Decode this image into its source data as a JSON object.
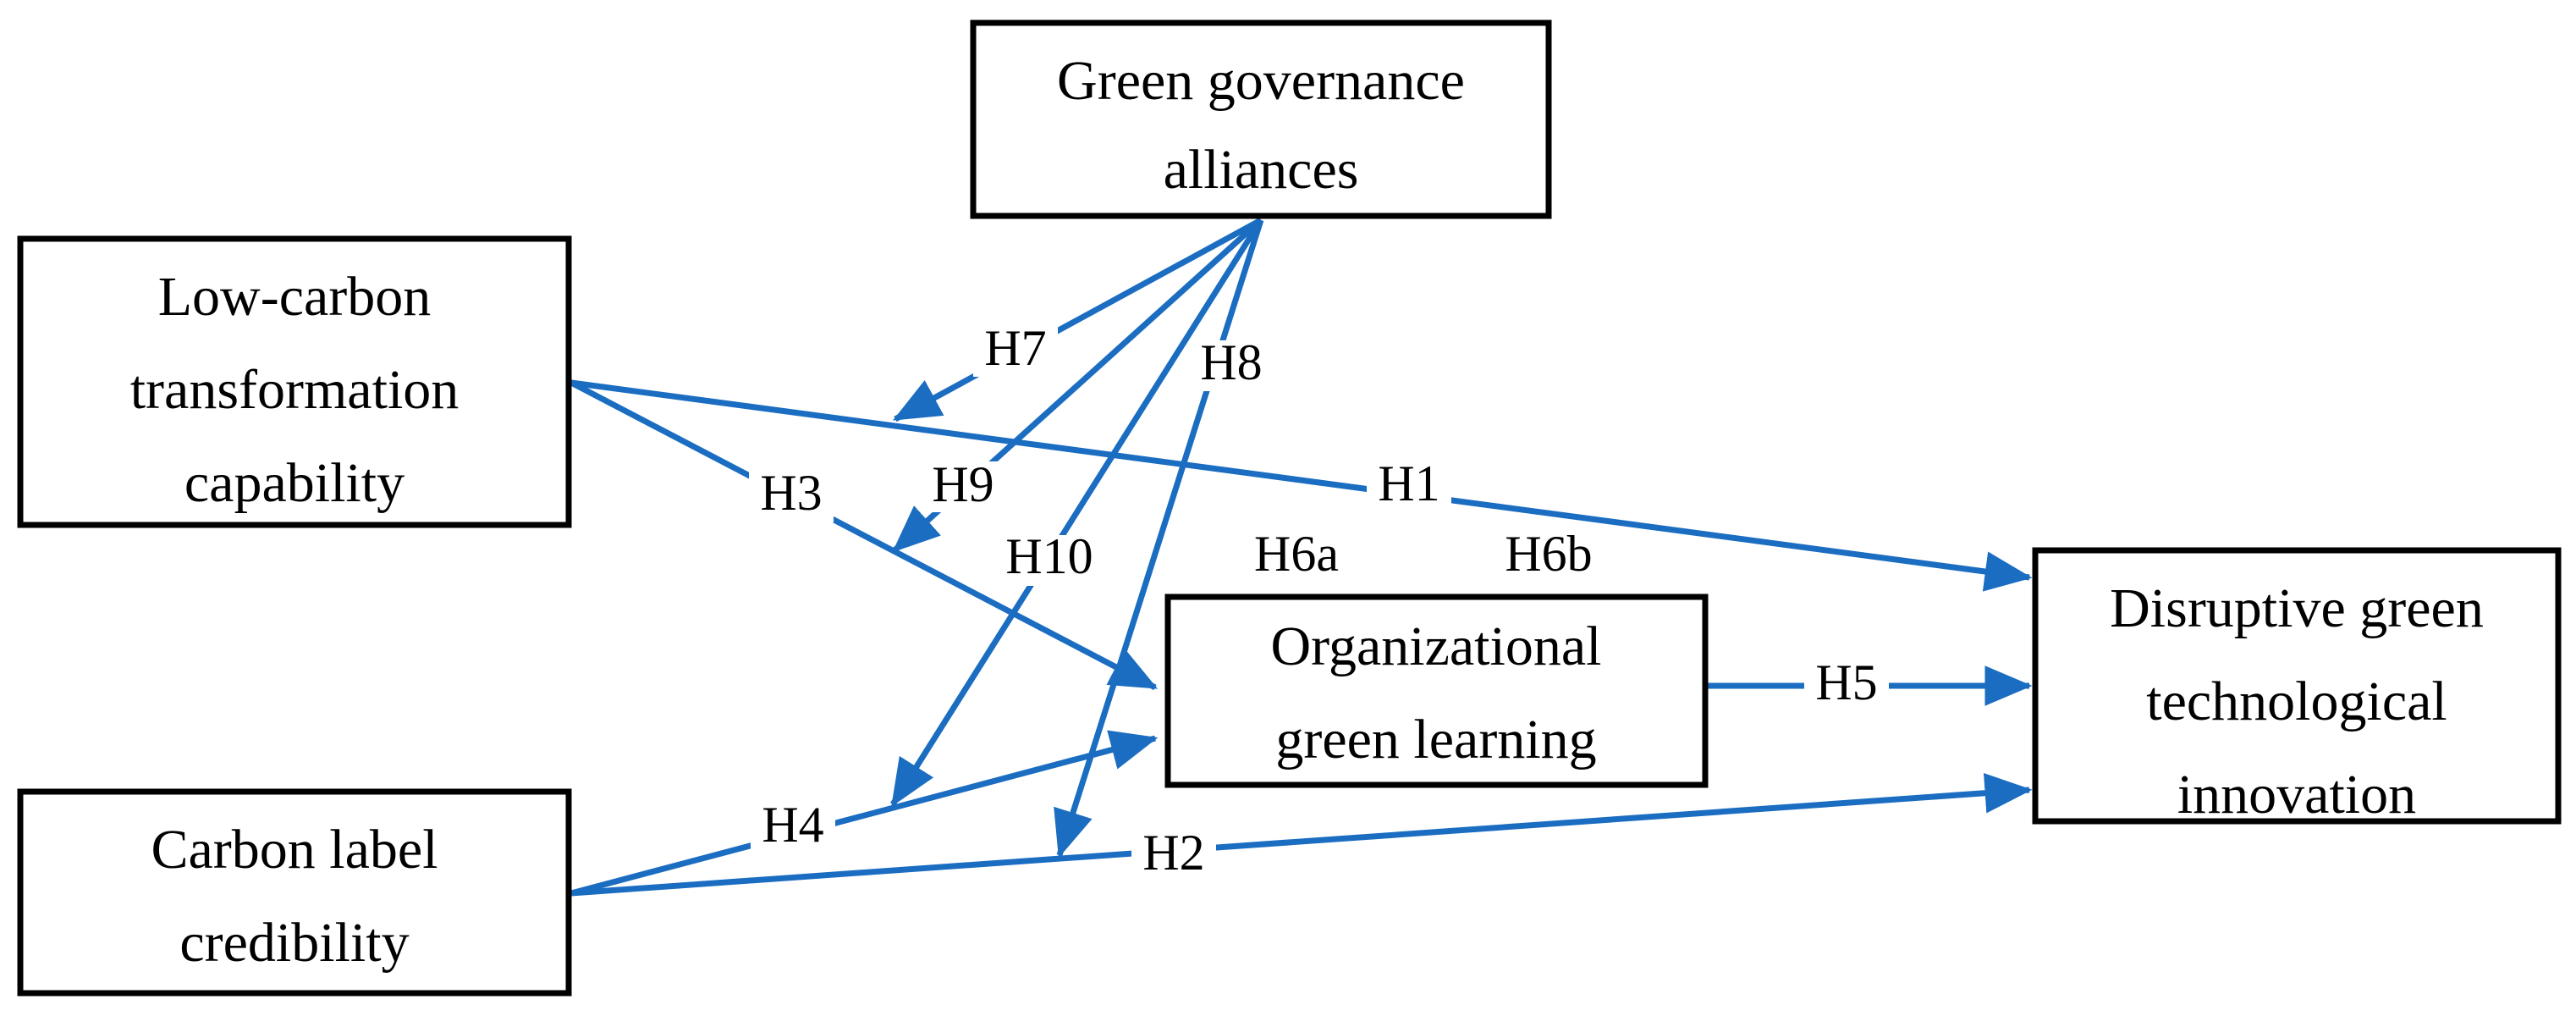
{
  "colors": {
    "arrow": "#1B6DC1",
    "box_border": "#000000",
    "text": "#000000",
    "background": "#ffffff"
  },
  "nodes": {
    "green_governance": {
      "lines": [
        "Green governance",
        "alliances"
      ]
    },
    "low_carbon": {
      "lines": [
        "Low-carbon",
        "transformation",
        "capability"
      ]
    },
    "carbon_label": {
      "lines": [
        "Carbon label",
        "credibility"
      ]
    },
    "org_learning": {
      "lines": [
        "Organizational",
        "green learning"
      ]
    },
    "disruptive": {
      "lines": [
        "Disruptive green",
        "technological",
        "innovation"
      ]
    }
  },
  "hypotheses": {
    "h1": "H1",
    "h2": "H2",
    "h3": "H3",
    "h4": "H4",
    "h5": "H5",
    "h6a": "H6a",
    "h6b": "H6b",
    "h7": "H7",
    "h8": "H8",
    "h9": "H9",
    "h10": "H10"
  }
}
